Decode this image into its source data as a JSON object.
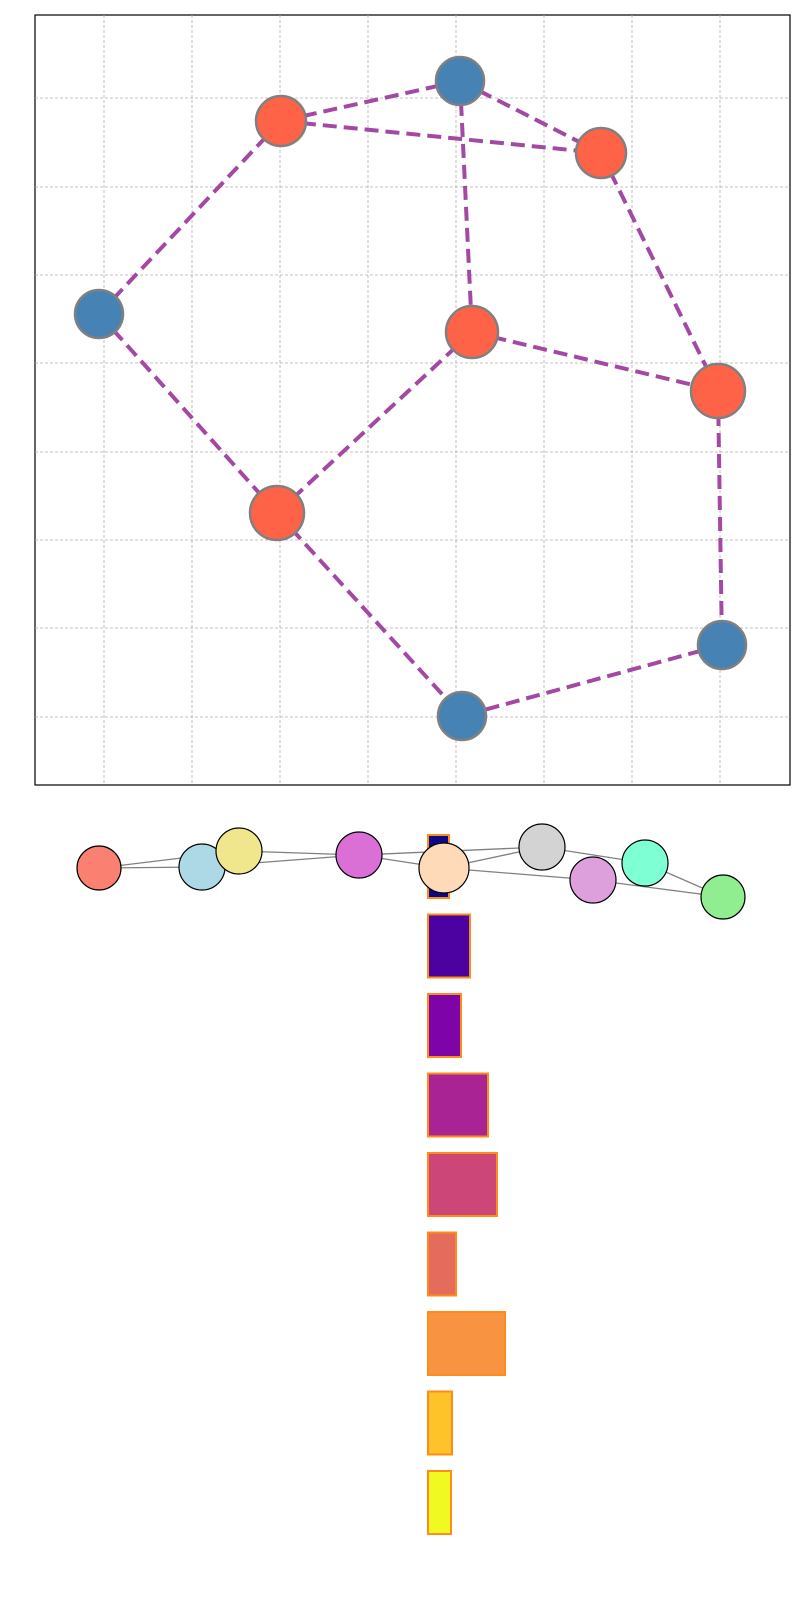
{
  "top_graph": {
    "edge_color": "#a349a4",
    "node_stroke": "#808080",
    "grid_color": "#b0b0b0",
    "nodes": [
      {
        "id": "n1",
        "color": "#4682b4"
      },
      {
        "id": "n2",
        "color": "#ff6347"
      },
      {
        "id": "n3",
        "color": "#ff6347"
      },
      {
        "id": "n4",
        "color": "#4682b4"
      },
      {
        "id": "n5",
        "color": "#ff6347"
      },
      {
        "id": "n6",
        "color": "#ff6347"
      },
      {
        "id": "n7",
        "color": "#ff6347"
      },
      {
        "id": "n8",
        "color": "#4682b4"
      },
      {
        "id": "n9",
        "color": "#4682b4"
      }
    ],
    "edges": [
      [
        "n1",
        "n2"
      ],
      [
        "n1",
        "n3"
      ],
      [
        "n1",
        "n5"
      ],
      [
        "n2",
        "n4"
      ],
      [
        "n2",
        "n3"
      ],
      [
        "n4",
        "n7"
      ],
      [
        "n3",
        "n6"
      ],
      [
        "n5",
        "n6"
      ],
      [
        "n5",
        "n7"
      ],
      [
        "n6",
        "n8"
      ],
      [
        "n7",
        "n9"
      ],
      [
        "n8",
        "n9"
      ]
    ]
  },
  "bottom_graph": {
    "edge_color": "#808080",
    "node_stroke": "#000000",
    "nodes": [
      {
        "id": "salmon",
        "color": "#fa8072"
      },
      {
        "id": "lightblue",
        "color": "#add8e6"
      },
      {
        "id": "khaki",
        "color": "#f0e68c"
      },
      {
        "id": "orchid",
        "color": "#da70d6"
      },
      {
        "id": "peach",
        "color": "#ffdab9"
      },
      {
        "id": "lightgray",
        "color": "#d3d3d3"
      },
      {
        "id": "plum",
        "color": "#dda0dd"
      },
      {
        "id": "aquamarine",
        "color": "#7fffd4"
      },
      {
        "id": "lightgreen",
        "color": "#90ee90"
      }
    ],
    "edges": [
      [
        "salmon",
        "lightblue"
      ],
      [
        "salmon",
        "khaki"
      ],
      [
        "khaki",
        "orchid"
      ],
      [
        "lightblue",
        "orchid"
      ],
      [
        "orchid",
        "peach"
      ],
      [
        "orchid",
        "lightgray"
      ],
      [
        "peach",
        "lightgray"
      ],
      [
        "peach",
        "plum"
      ],
      [
        "lightgray",
        "aquamarine"
      ],
      [
        "plum",
        "lightgreen"
      ],
      [
        "aquamarine",
        "lightgreen"
      ]
    ]
  },
  "bars": {
    "stroke": "#ff8c1a",
    "items": [
      {
        "value": 2.1,
        "color": "#0d0887"
      },
      {
        "value": 4.2,
        "color": "#4c02a1"
      },
      {
        "value": 3.3,
        "color": "#7e03a8"
      },
      {
        "value": 6.0,
        "color": "#a92395"
      },
      {
        "value": 6.9,
        "color": "#cc4778"
      },
      {
        "value": 2.8,
        "color": "#e56b5d"
      },
      {
        "value": 7.7,
        "color": "#f89441"
      },
      {
        "value": 2.4,
        "color": "#fdc328"
      },
      {
        "value": 2.3,
        "color": "#f0f921"
      }
    ]
  }
}
